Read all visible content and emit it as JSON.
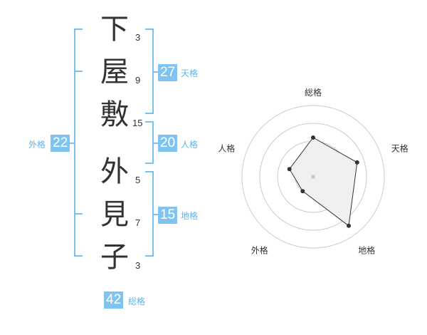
{
  "chars": [
    {
      "char": "下",
      "strokes": "3"
    },
    {
      "char": "屋",
      "strokes": "9"
    },
    {
      "char": "敷",
      "strokes": "15"
    },
    {
      "char": "外",
      "strokes": "5"
    },
    {
      "char": "見",
      "strokes": "7"
    },
    {
      "char": "子",
      "strokes": "3"
    }
  ],
  "groups": {
    "tenkaku": {
      "value": "27",
      "label": "天格"
    },
    "jinkaku": {
      "value": "20",
      "label": "人格"
    },
    "chikaku": {
      "value": "15",
      "label": "地格"
    },
    "gaikaku": {
      "value": "22",
      "label": "外格"
    },
    "soukaku": {
      "value": "42",
      "label": "総格"
    }
  },
  "chart_data": {
    "type": "radar",
    "axes": [
      "総格",
      "天格",
      "地格",
      "外格",
      "人格"
    ],
    "values": [
      0.55,
      0.65,
      0.85,
      0.25,
      0.35
    ],
    "rings": 4,
    "fill": "#f0f0f0",
    "line_color": "#333333",
    "ring_color": "#cccccc"
  },
  "colors": {
    "accent": "#7fc4f0",
    "accent_text": "#5fb3ea",
    "text": "#333333"
  }
}
